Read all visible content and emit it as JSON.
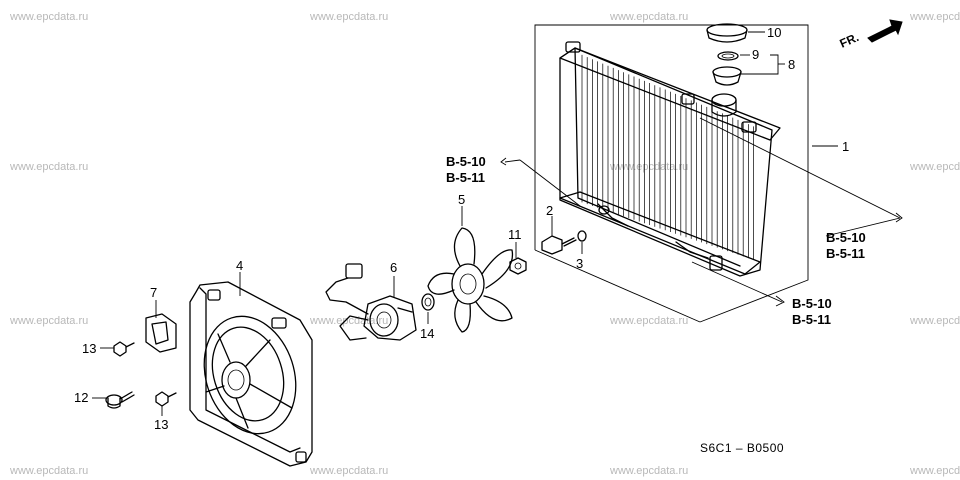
{
  "watermark": "www.epcdata.ru",
  "diagram_code": "S6C1 – B0500",
  "direction_marker": "FR.",
  "part_callouts": {
    "radiator": "1",
    "drain_plug": "2",
    "drain_plug_oring": "3",
    "fan_shroud": "4",
    "fan": "5",
    "fan_motor": "6",
    "wire_holder": "7",
    "cap_assembly": "8",
    "cap_oring": "9",
    "cap": "10",
    "nut": "11",
    "bolt_washer": "12",
    "bolt_upper": "13",
    "bolt_lower": "13",
    "washer": "14"
  },
  "section_refs": {
    "upper_left": {
      "a": "B-5-10",
      "b": "B-5-11"
    },
    "right": {
      "a": "B-5-10",
      "b": "B-5-11"
    },
    "lower_right": {
      "a": "B-5-10",
      "b": "B-5-11"
    }
  }
}
